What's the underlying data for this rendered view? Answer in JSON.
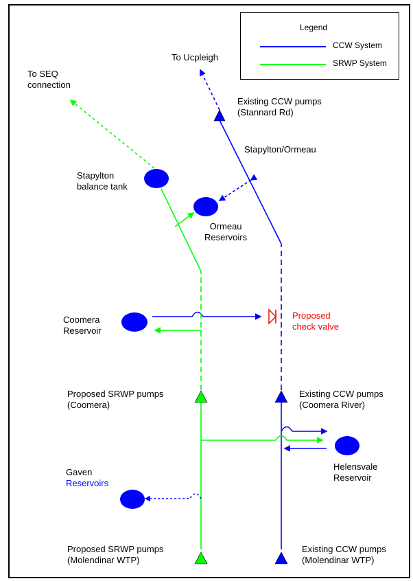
{
  "legend": {
    "title": "Legend",
    "items": [
      {
        "label": "CCW System",
        "color": "#0000ff"
      },
      {
        "label": "SRWP System",
        "color": "#00ff00"
      }
    ]
  },
  "labels": {
    "to_ucpleigh": "To Ucpleigh",
    "to_seq": [
      "To SEQ",
      "connection"
    ],
    "existing_pumps_stannard": [
      "Existing CCW pumps",
      "(Stannard Rd)"
    ],
    "stapylton_ormeau": "Stapylton/Ormeau",
    "stapylton_balance": [
      "Stapylton",
      "balance tank"
    ],
    "ormeau_res": [
      "Ormeau",
      "Reservoirs"
    ],
    "coomera_res": [
      "Coomera",
      "Reservoir"
    ],
    "check_valve": [
      "Proposed",
      "check valve"
    ],
    "proposed_pumps_coomera": [
      "Proposed SRWP pumps",
      "(Coomera)"
    ],
    "existing_pumps_coomera": [
      "Existing CCW pumps",
      "(Coomera River)"
    ],
    "helensvale_res": [
      "Helensvale",
      "Reservoir"
    ],
    "gaven_res": [
      "Gaven",
      "Reservoirs"
    ],
    "proposed_pumps_molendinar": [
      "Proposed SRWP pumps",
      "(Molendinar WTP)"
    ],
    "existing_pumps_molendinar": [
      "Existing CCW pumps",
      "(Molendinar WTP)"
    ]
  },
  "colors": {
    "ccw": "#0000ff",
    "srwp": "#00ff00",
    "valve": "#ff0000",
    "node": "#0000ff"
  }
}
